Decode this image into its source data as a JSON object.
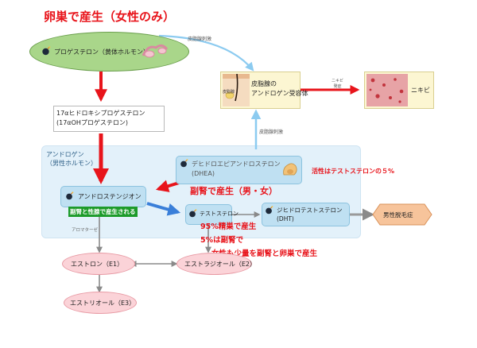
{
  "header": {
    "title": "卵巣で産生（女性のみ）"
  },
  "nodes": {
    "progesterone": "プロゲステロン（黄体ホルモン）",
    "hydroxy_line1": "17αヒドロキシプロゲステロン",
    "hydroxy_line2": "(17αOHプロゲステロン)",
    "androgen_group_line1": "アンドロゲン",
    "androgen_group_line2": "（男性ホルモン）",
    "dhea_line1": "デヒドロエピアンドロステロン",
    "dhea_line2": "(DHEA)",
    "androstenedione": "アンドロステンジオン",
    "testosterone": "テストステロン",
    "dht_line1": "ジヒドロテストステロン",
    "dht_line2": "(DHT)",
    "hair_loss": "男性脱毛症",
    "receptor_line1": "皮脂腺の",
    "receptor_line2": "アンドロゲン受容体",
    "acne": "ニキビ",
    "estrone": "エストロン（E1）",
    "estradiol": "エストラジオール（E2）",
    "estriol": "エストリオール（E3）"
  },
  "edge_labels": {
    "sebum_stimulus_top": "皮脂腺刺激",
    "sebum_stimulus_mid": "皮脂腺刺激",
    "acne_onset_line1": "ニキビ",
    "acne_onset_line2": "発症",
    "aromatase": "アロマターゼ",
    "sebaceous_gland": "皮脂腺"
  },
  "annotations": {
    "adrenal_both": "副腎で産生（男・女）",
    "adrenal_gonad": "副腎と性腺で産生される",
    "activity_note": "活性はテストステロンの５%",
    "testo_line1": "95%精巣で産生",
    "testo_line2": "5%は副腎で",
    "testo_line3": "女性も少量を副腎と卵巣で産生"
  },
  "colors": {
    "red": "#e8141b",
    "blue_arrow": "#3a7fd9",
    "light_blue_arrow": "#8ccbf0",
    "androgen_panel": "#e3f1fa",
    "blue_node": "#bfe0f2",
    "green_ellipse": "#a9d68a",
    "pink_ellipse": "#fbd3d8",
    "orange_hex": "#f7c49b",
    "yellow_box": "#fcf6d2",
    "gray_arrow": "#9a9a9a"
  },
  "icons": [
    "bomb-icon",
    "skin-icon",
    "acne-skin-image",
    "ovary-illustration",
    "adrenal-illustration"
  ]
}
